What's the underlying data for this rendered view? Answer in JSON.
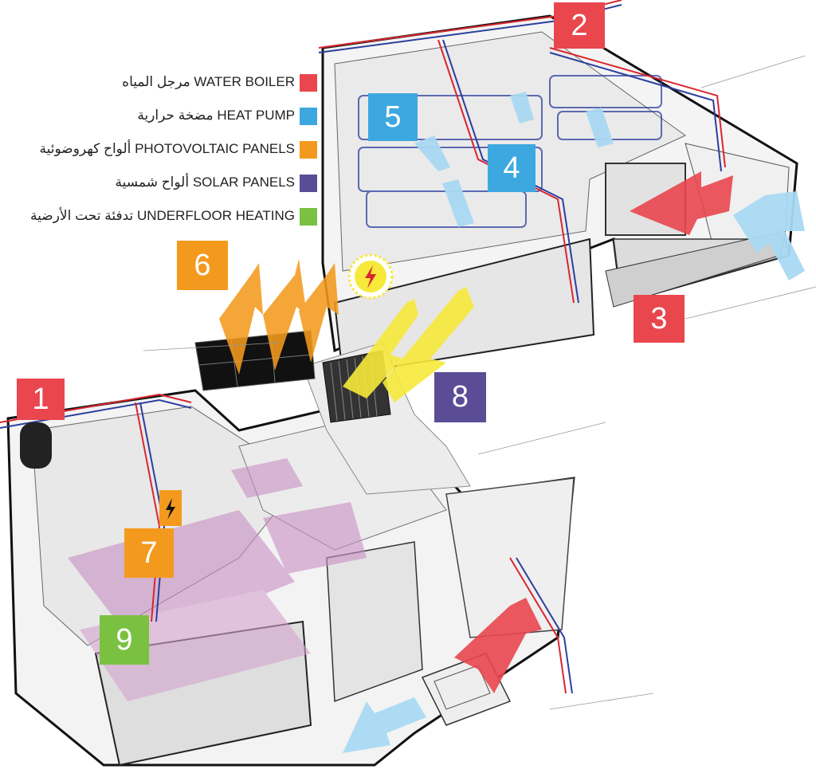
{
  "legend": [
    {
      "label": "مرجل المياه WATER BOILER",
      "color": "#e9464e"
    },
    {
      "label": "مضخة حرارية HEAT PUMP",
      "color": "#3da8df"
    },
    {
      "label": "ألواح كهروضوئية PHOTOVOLTAIC PANELS",
      "color": "#f39a1e"
    },
    {
      "label": "ألواح شمسية SOLAR PANELS",
      "color": "#5b4d95"
    },
    {
      "label": "تدفئة تحت الأرضية UNDERFLOOR HEATING",
      "color": "#7ac142"
    }
  ],
  "markers": {
    "m1": "1",
    "m2": "2",
    "m3": "3",
    "m4": "4",
    "m5": "5",
    "m6": "6",
    "m7": "7",
    "m8": "8",
    "m9": "9"
  },
  "colors": {
    "boiler_red": "#e9464e",
    "heatpump_blue": "#3da8df",
    "pv_orange": "#f39a1e",
    "solar_purple": "#5b4d95",
    "underfloor_green": "#7ac142",
    "sun_yellow": "#f7e93a",
    "pipe_red": "#d9262e",
    "pipe_blue": "#2c3f9e",
    "underfloor_pink": "#c88fc3"
  }
}
